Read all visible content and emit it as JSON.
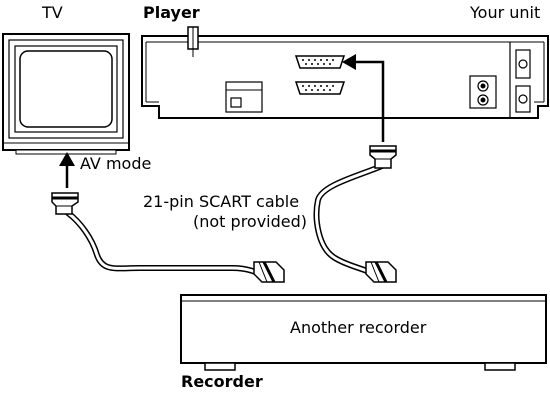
{
  "labels": {
    "tv": "TV",
    "player": "Player",
    "your_unit": "Your unit",
    "av_mode": "AV mode",
    "cable_line1": "21-pin SCART cable",
    "cable_line2": "(not provided)",
    "another_recorder": "Another recorder",
    "recorder": "Recorder"
  }
}
